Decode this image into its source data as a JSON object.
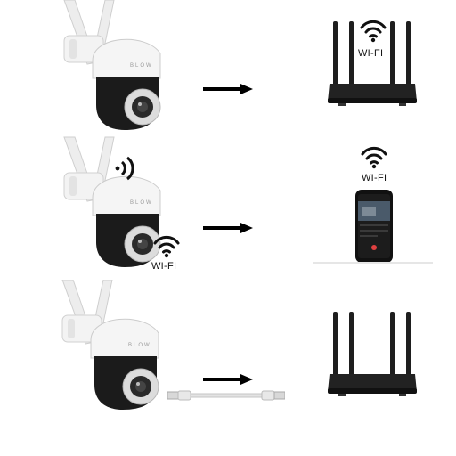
{
  "rows": [
    {
      "id": "router-mode",
      "camera_brand": "BLOW",
      "target": "router",
      "target_label": "WI-FI"
    },
    {
      "id": "direct-ap-mode",
      "camera_brand": "BLOW",
      "camera_label": "WI-FI",
      "target": "smartphone",
      "target_label": "WI-FI"
    },
    {
      "id": "lan-cable-mode",
      "camera_brand": "BLOW",
      "target": "router",
      "connector": "ethernet-cable"
    }
  ],
  "icons": [
    "wifi-icon",
    "signal-waves-icon",
    "arrow-right-icon",
    "ethernet-cable-icon",
    "router-icon",
    "camera-icon",
    "smartphone-icon"
  ],
  "colors": {
    "camera_white": "#f1f1f1",
    "camera_black": "#1b1b1b",
    "router": "#1e1e1e",
    "arrow": "#000000"
  }
}
